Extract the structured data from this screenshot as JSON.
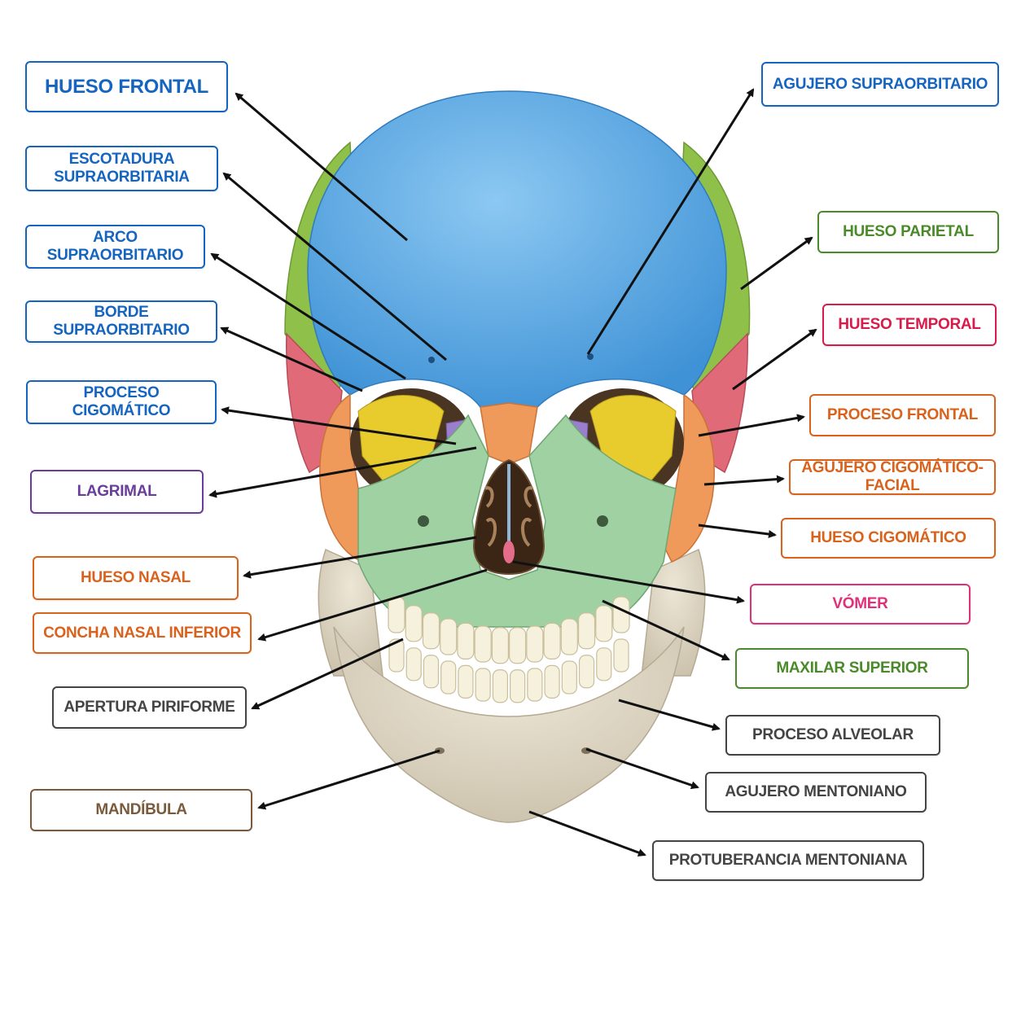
{
  "colors": {
    "frontal": "#5aa8e6",
    "parietal": "#8fc04a",
    "temporal": "#e06a78",
    "zygomatic": "#ef9a5a",
    "sphenoid": "#e8cc2e",
    "lacrimal": "#9a80cc",
    "maxilla": "#9fd1a2",
    "mandible": "#d9d1c0",
    "teeth": "#f6f1dc",
    "arrow": "#111111"
  },
  "labels": {
    "hueso_frontal": {
      "text": "HUESO FRONTAL",
      "color": "#1565c0"
    },
    "escotadura_supraorbitaria": {
      "text": "ESCOTADURA\nSUPRAORBITARIA",
      "color": "#1565c0"
    },
    "arco_supraorbitario": {
      "text": "ARCO SUPRAORBITARIO",
      "color": "#1565c0"
    },
    "borde_supraorbitario": {
      "text": "BORDE SUPRAORBITARIO",
      "color": "#1565c0"
    },
    "proceso_cigomatico": {
      "text": "PROCESO CIGOMÁTICO",
      "color": "#1565c0"
    },
    "lagrimal": {
      "text": "LAGRIMAL",
      "color": "#6a3d9a"
    },
    "hueso_nasal": {
      "text": "HUESO NASAL",
      "color": "#d9621c"
    },
    "concha_nasal_inferior": {
      "text": "CONCHA NASAL INFERIOR",
      "color": "#d9621c"
    },
    "apertura_piriforme": {
      "text": "APERTURA PIRIFORME",
      "color": "#444444"
    },
    "mandibula": {
      "text": "MANDÍBULA",
      "color": "#7a5a3a"
    },
    "agujero_supraorbitario": {
      "text": "AGUJERO SUPRAORBITARIO",
      "color": "#1565c0"
    },
    "hueso_parietal": {
      "text": "HUESO PARIETAL",
      "color": "#4b8a2a"
    },
    "hueso_temporal": {
      "text": "HUESO TEMPORAL",
      "color": "#d81b4a"
    },
    "proceso_frontal": {
      "text": "PROCESO FRONTAL",
      "color": "#d9621c"
    },
    "agujero_cigomatico_facial": {
      "text": "AGUJERO CIGOMÁTICO-FACIAL",
      "color": "#d9621c"
    },
    "hueso_cigomatico": {
      "text": "HUESO CIGOMÁTICO",
      "color": "#d9621c"
    },
    "vomer": {
      "text": "VÓMER",
      "color": "#e0307a"
    },
    "maxilar_superior": {
      "text": "MAXILAR SUPERIOR",
      "color": "#4b8a2a"
    },
    "proceso_alveolar": {
      "text": "PROCESO ALVEOLAR",
      "color": "#444444"
    },
    "agujero_mentoniano": {
      "text": "AGUJERO MENTONIANO",
      "color": "#444444"
    },
    "protuberancia_mentoniana": {
      "text": "PROTUBERANCIA MENTONIANA",
      "color": "#444444"
    }
  }
}
